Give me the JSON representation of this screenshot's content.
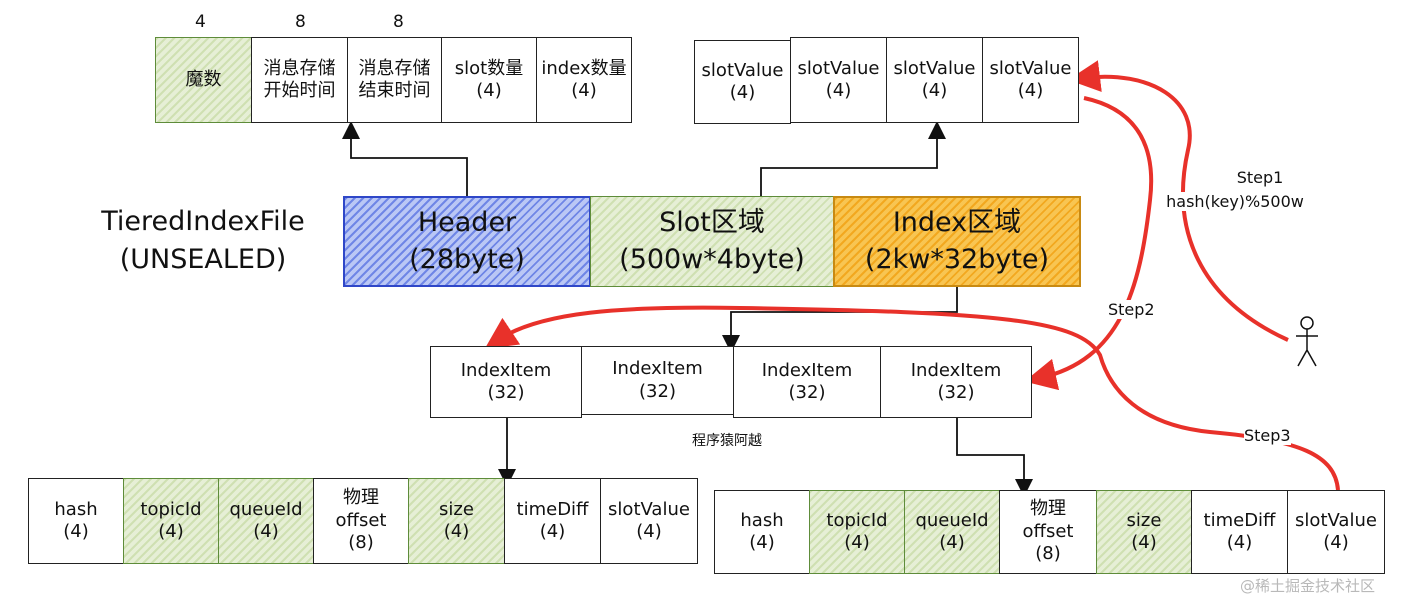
{
  "header_fields": {
    "sizes": [
      "4",
      "8",
      "8"
    ],
    "cells": [
      {
        "line1": "魔数",
        "line2": ""
      },
      {
        "line1": "消息存储",
        "line2": "开始时间"
      },
      {
        "line1": "消息存储",
        "line2": "结束时间"
      },
      {
        "line1": "slot数量",
        "line2": "(4)"
      },
      {
        "line1": "index数量",
        "line2": "(4)"
      }
    ]
  },
  "slot_fields": [
    {
      "line1": "slotValue",
      "line2": "(4)"
    },
    {
      "line1": "slotValue",
      "line2": "(4)"
    },
    {
      "line1": "slotValue",
      "line2": "(4)"
    },
    {
      "line1": "slotValue",
      "line2": "(4)"
    }
  ],
  "file": {
    "title_line1": "TieredIndexFile",
    "title_line2": "(UNSEALED)",
    "header": {
      "line1": "Header",
      "line2": "(28byte)"
    },
    "slot": {
      "line1": "Slot区域",
      "line2": "(500w*4byte)"
    },
    "index": {
      "line1": "Index区域",
      "line2": "(2kw*32byte)"
    }
  },
  "index_items": [
    {
      "line1": "IndexItem",
      "line2": "(32)"
    },
    {
      "line1": "IndexItem",
      "line2": "(32)"
    },
    {
      "line1": "IndexItem",
      "line2": "(32)"
    },
    {
      "line1": "IndexItem",
      "line2": "(32)"
    }
  ],
  "item_fields_left": [
    {
      "line1": "hash",
      "line2": "(4)",
      "line3": ""
    },
    {
      "line1": "topicId",
      "line2": "(4)",
      "line3": ""
    },
    {
      "line1": "queueId",
      "line2": "(4)",
      "line3": ""
    },
    {
      "line1": "物理",
      "line2": "offset",
      "line3": "(8)"
    },
    {
      "line1": "size",
      "line2": "(4)",
      "line3": ""
    },
    {
      "line1": "timeDiff",
      "line2": "(4)",
      "line3": ""
    },
    {
      "line1": "slotValue",
      "line2": "(4)",
      "line3": ""
    }
  ],
  "item_fields_right": [
    {
      "line1": "hash",
      "line2": "(4)",
      "line3": ""
    },
    {
      "line1": "topicId",
      "line2": "(4)",
      "line3": ""
    },
    {
      "line1": "queueId",
      "line2": "(4)",
      "line3": ""
    },
    {
      "line1": "物理",
      "line2": "offset",
      "line3": "(8)"
    },
    {
      "line1": "size",
      "line2": "(4)",
      "line3": ""
    },
    {
      "line1": "timeDiff",
      "line2": "(4)",
      "line3": ""
    },
    {
      "line1": "slotValue",
      "line2": "(4)",
      "line3": ""
    }
  ],
  "steps": {
    "step1": "Step1",
    "step1_detail": "hash(key)%500w",
    "step2": "Step2",
    "step3": "Step3"
  },
  "author": "程序猿阿越",
  "watermark": "@稀土掘金技术社区",
  "colors": {
    "arrow_red": "#e8312a",
    "green": "#dde8c8",
    "blue": "#5a73e0",
    "orange": "#f5b22e"
  }
}
